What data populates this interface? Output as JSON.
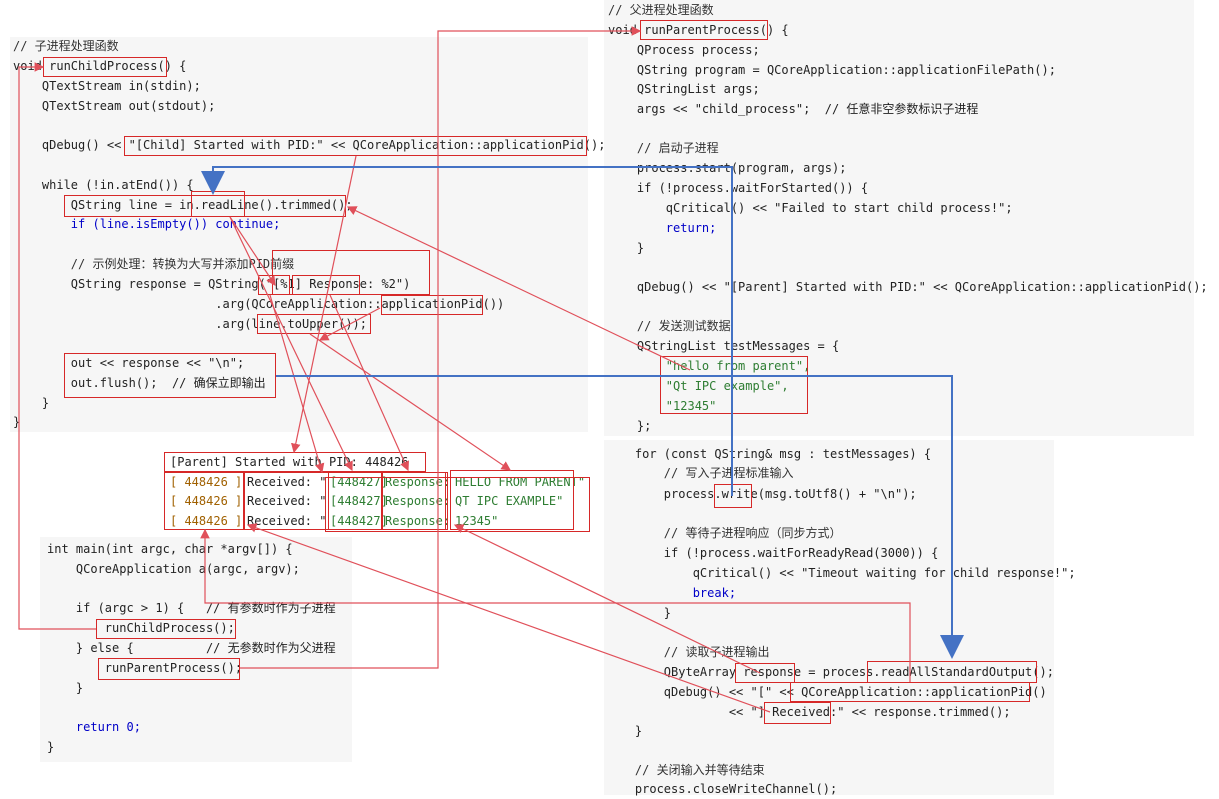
{
  "child": {
    "lines": [
      "// 子进程处理函数",
      "void runChildProcess() {",
      "    QTextStream in(stdin);",
      "    QTextStream out(stdout);",
      "",
      "    qDebug() << \"[Child] Started with PID:\" << QCoreApplication::applicationPid();",
      "",
      "    while (!in.atEnd()) {",
      "        QString line = in.readLine().trimmed();",
      "        if (line.isEmpty()) continue;",
      "",
      "        // 示例处理：转换为大写并添加PID前缀",
      "        QString response = QString(\"[%1] Response: %2\")",
      "                            .arg(QCoreApplication::applicationPid())",
      "                            .arg(line.toUpper());",
      "",
      "        out << response << \"\\n\";",
      "        out.flush();  // 确保立即输出",
      "    }",
      "}"
    ]
  },
  "parent": {
    "lines": [
      "// 父进程处理函数",
      "void runParentProcess() {",
      "    QProcess process;",
      "    QString program = QCoreApplication::applicationFilePath();",
      "    QStringList args;",
      "    args << \"child_process\";  // 任意非空参数标识子进程",
      "",
      "    // 启动子进程",
      "    process.start(program, args);",
      "    if (!process.waitForStarted()) {",
      "        qCritical() << \"Failed to start child process!\";",
      "        return;",
      "    }",
      "",
      "    qDebug() << \"[Parent] Started with PID:\" << QCoreApplication::applicationPid();",
      "",
      "    // 发送测试数据",
      "    QStringList testMessages = {",
      "        \"hello from parent\",",
      "        \"Qt IPC example\",",
      "        \"12345\"",
      "    };"
    ],
    "loop_lines": [
      "    for (const QString& msg : testMessages) {",
      "        // 写入子进程标准输入",
      "        process.write(msg.toUtf8() + \"\\n\");",
      "",
      "        // 等待子进程响应（同步方式）",
      "        if (!process.waitForReadyRead(3000)) {",
      "            qCritical() << \"Timeout waiting for child response!\";",
      "            break;",
      "        }",
      "",
      "        // 读取子进程输出",
      "        QByteArray response = process.readAllStandardOutput();",
      "        qDebug() << \"[\" << QCoreApplication::applicationPid()",
      "                 << \"] Received:\" << response.trimmed();",
      "    }",
      "",
      "    // 关闭输入并等待结束",
      "    process.closeWriteChannel();"
    ]
  },
  "main": {
    "lines": [
      "int main(int argc, char *argv[]) {",
      "    QCoreApplication a(argc, argv);",
      "",
      "    if (argc > 1) {   // 有参数时作为子进程",
      "        runChildProcess();",
      "    } else {          // 无参数时作为父进程",
      "        runParentProcess();",
      "    }",
      "",
      "    return 0;",
      "}"
    ]
  },
  "output": {
    "header": "[Parent] Started with PID: 448426",
    "rows": [
      {
        "pid": "[ 448426 ]",
        "received": "Received: \"",
        "child_pid": "[448427]",
        "resp": "Response:",
        "text": "HELLO FROM PARENT\""
      },
      {
        "pid": "[ 448426 ]",
        "received": "Received: \"",
        "child_pid": "[448427]",
        "resp": "Response:",
        "text": "QT IPC EXAMPLE\""
      },
      {
        "pid": "[ 448426 ]",
        "received": "Received: \"",
        "child_pid": "[448427]",
        "resp": "Response:",
        "text": "12345\""
      }
    ]
  },
  "colors": {
    "red_arrow": "#e0505a",
    "blue_arrow": "#4472c4",
    "box": "#d62828"
  }
}
